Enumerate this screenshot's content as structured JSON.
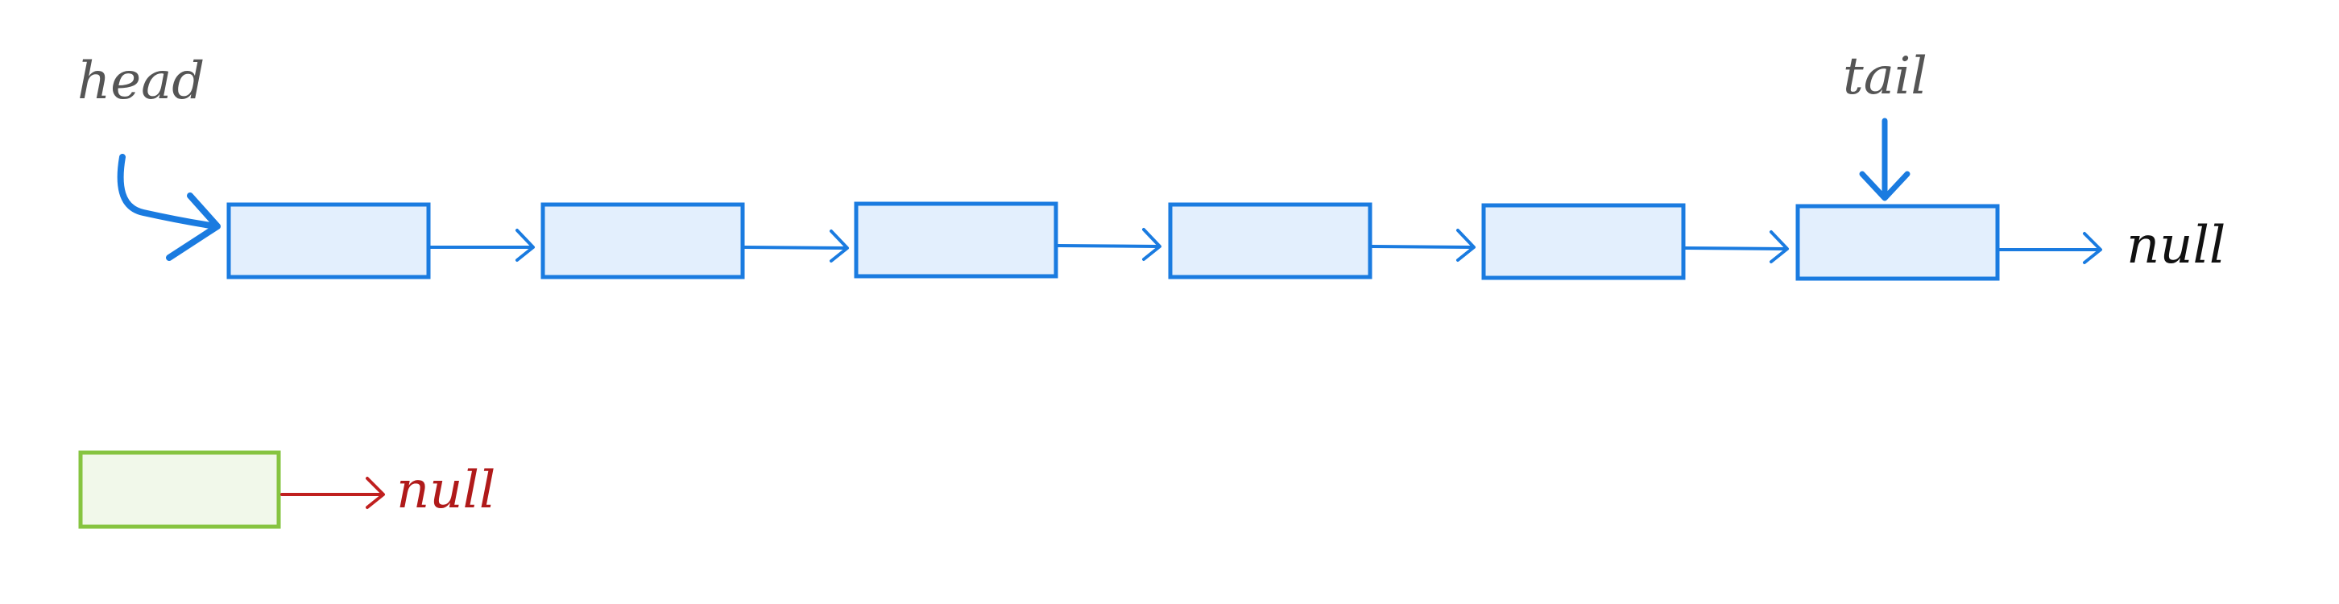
{
  "diagram": {
    "head_label": "head",
    "tail_label": "tail",
    "list_end_label": "null",
    "new_node_end_label": "null",
    "node_count": 6,
    "colors": {
      "node_stroke": "#1a7be0",
      "node_fill": "#e3effd",
      "pointer_arrow": "#1a7be0",
      "label_text": "#555555",
      "list_end_text": "#111111",
      "new_node_stroke": "#86c440",
      "new_node_fill": "#f1f8ea",
      "new_node_arrow": "#c0201f",
      "new_node_text": "#b01a1a"
    }
  }
}
